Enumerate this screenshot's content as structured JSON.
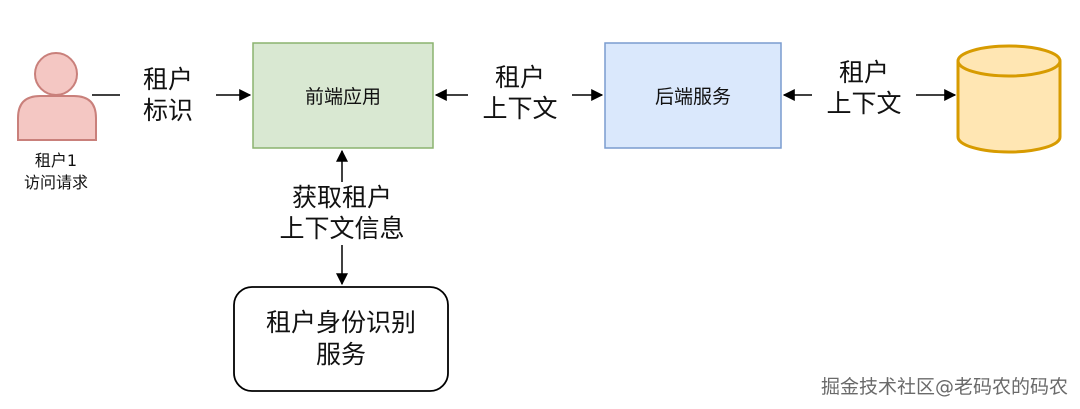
{
  "nodes": {
    "user": {
      "caption_line1": "租户1",
      "caption_line2": "访问请求",
      "fill": "#f4c7c3",
      "stroke": "#c9807b"
    },
    "frontend": {
      "label": "前端应用",
      "fill": "#d9e8d2",
      "stroke": "#8bb36f"
    },
    "backend": {
      "label": "后端服务",
      "fill": "#dae8fc",
      "stroke": "#7a9ccf"
    },
    "database": {
      "fill": "#ffe6b3",
      "stroke": "#d79b00"
    },
    "identity": {
      "line1": "租户身份识别",
      "line2": "服务",
      "fill": "#ffffff",
      "stroke": "#000000"
    }
  },
  "edges": {
    "user_to_frontend": {
      "line1": "租户",
      "line2": "标识"
    },
    "frontend_backend": {
      "line1": "租户",
      "line2": "上下文"
    },
    "backend_database": {
      "line1": "租户",
      "line2": "上下文"
    },
    "identity_frontend": {
      "line1": "获取租户",
      "line2": "上下文信息"
    }
  },
  "watermark": "掘金技术社区@老码农的码农"
}
